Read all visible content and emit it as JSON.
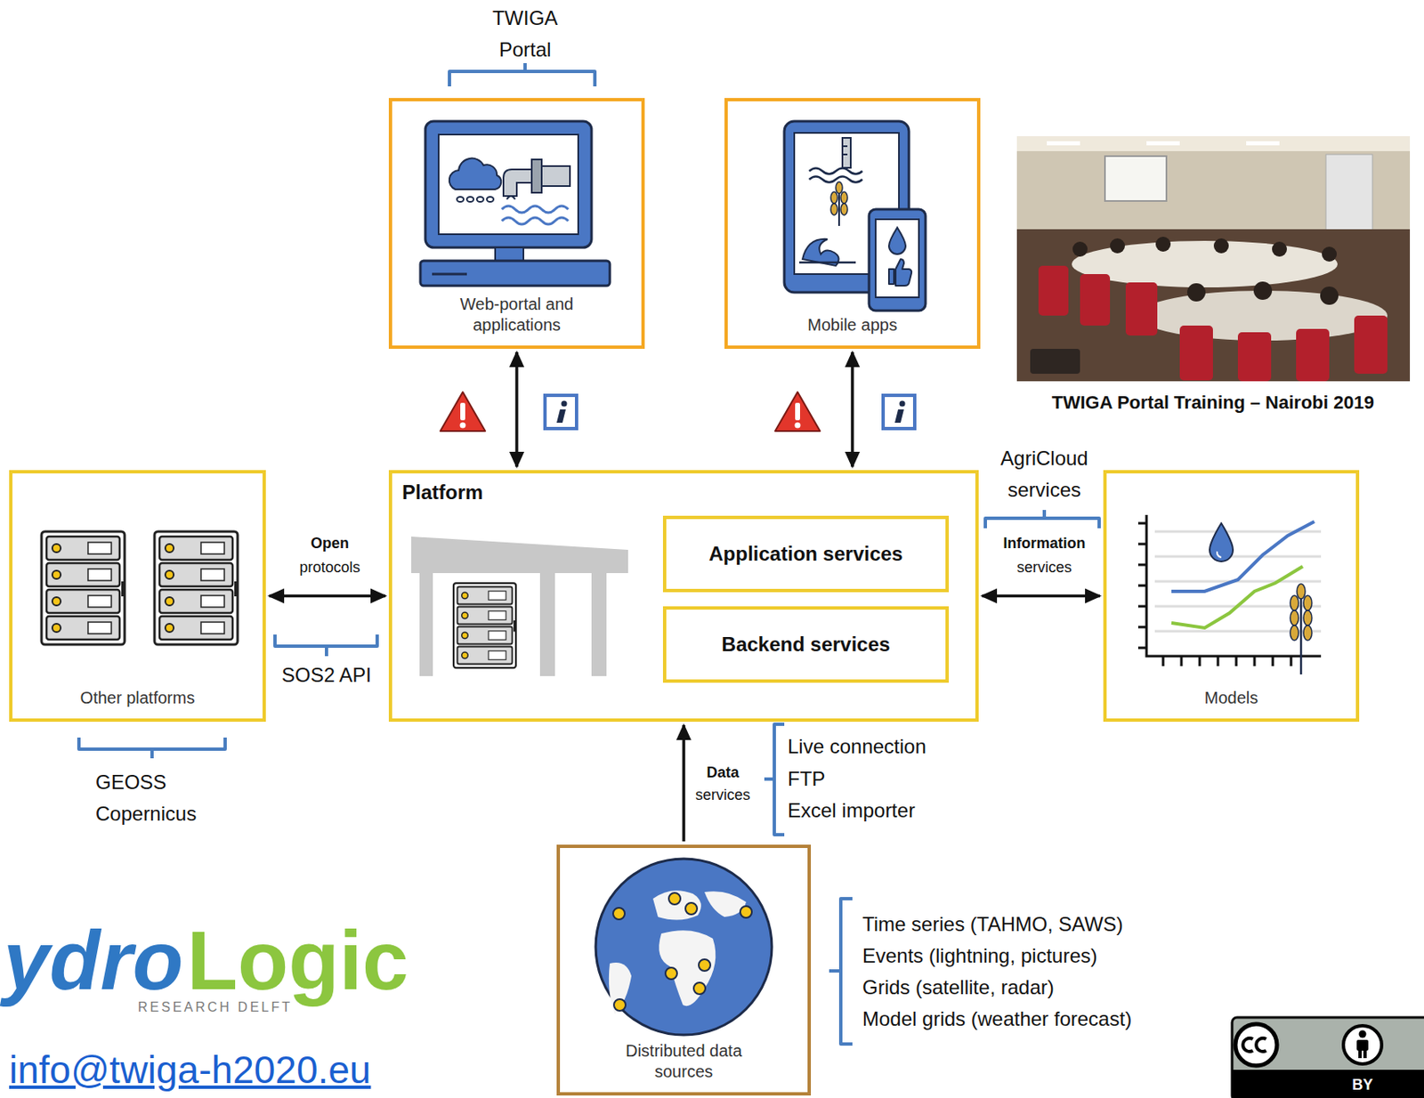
{
  "diagram": {
    "nodes": [
      {
        "text": [
          "Web-portal and applications"
        ]
      },
      {
        "text": [
          "Mobile apps"
        ]
      },
      {
        "text": [
          "Platform"
        ]
      },
      {
        "text": [
          "Application services"
        ],
        "in": 2
      },
      {
        "text": [
          "Backend services"
        ],
        "in": 2
      },
      {
        "text": [
          "Other platforms"
        ]
      },
      {
        "text": [
          "Models"
        ]
      },
      {
        "text": [
          "Distributed data sources"
        ]
      }
    ],
    "edges": [
      {
        "from": 0,
        "to": 2,
        "arrow": "both"
      },
      {
        "from": 1,
        "to": 2,
        "arrow": "both"
      },
      {
        "from": 5,
        "to": 2,
        "arrow": "both",
        "label": "Open protocols"
      },
      {
        "from": 2,
        "to": 6,
        "arrow": "both",
        "label": "Information services"
      },
      {
        "from": 7,
        "to": 2,
        "arrow": "to",
        "label": "Data services"
      }
    ],
    "labels": [
      "TWIGA Portal",
      "TWIGA Portal Training – Nairobi 2019",
      "AgriCloud services",
      "SOS2 API",
      "GEOSS Copernicus",
      "Live connection",
      "FTP",
      "Excel importer",
      "Time series (TAHMO, SAWS)",
      "Events (lightning, pictures)",
      "Grids (satellite, radar)",
      "Model grids (weather forecast)",
      "ydro",
      "Logic",
      "RESEARCH DELFT",
      "info@twiga-h2020.eu",
      "BY"
    ]
  }
}
